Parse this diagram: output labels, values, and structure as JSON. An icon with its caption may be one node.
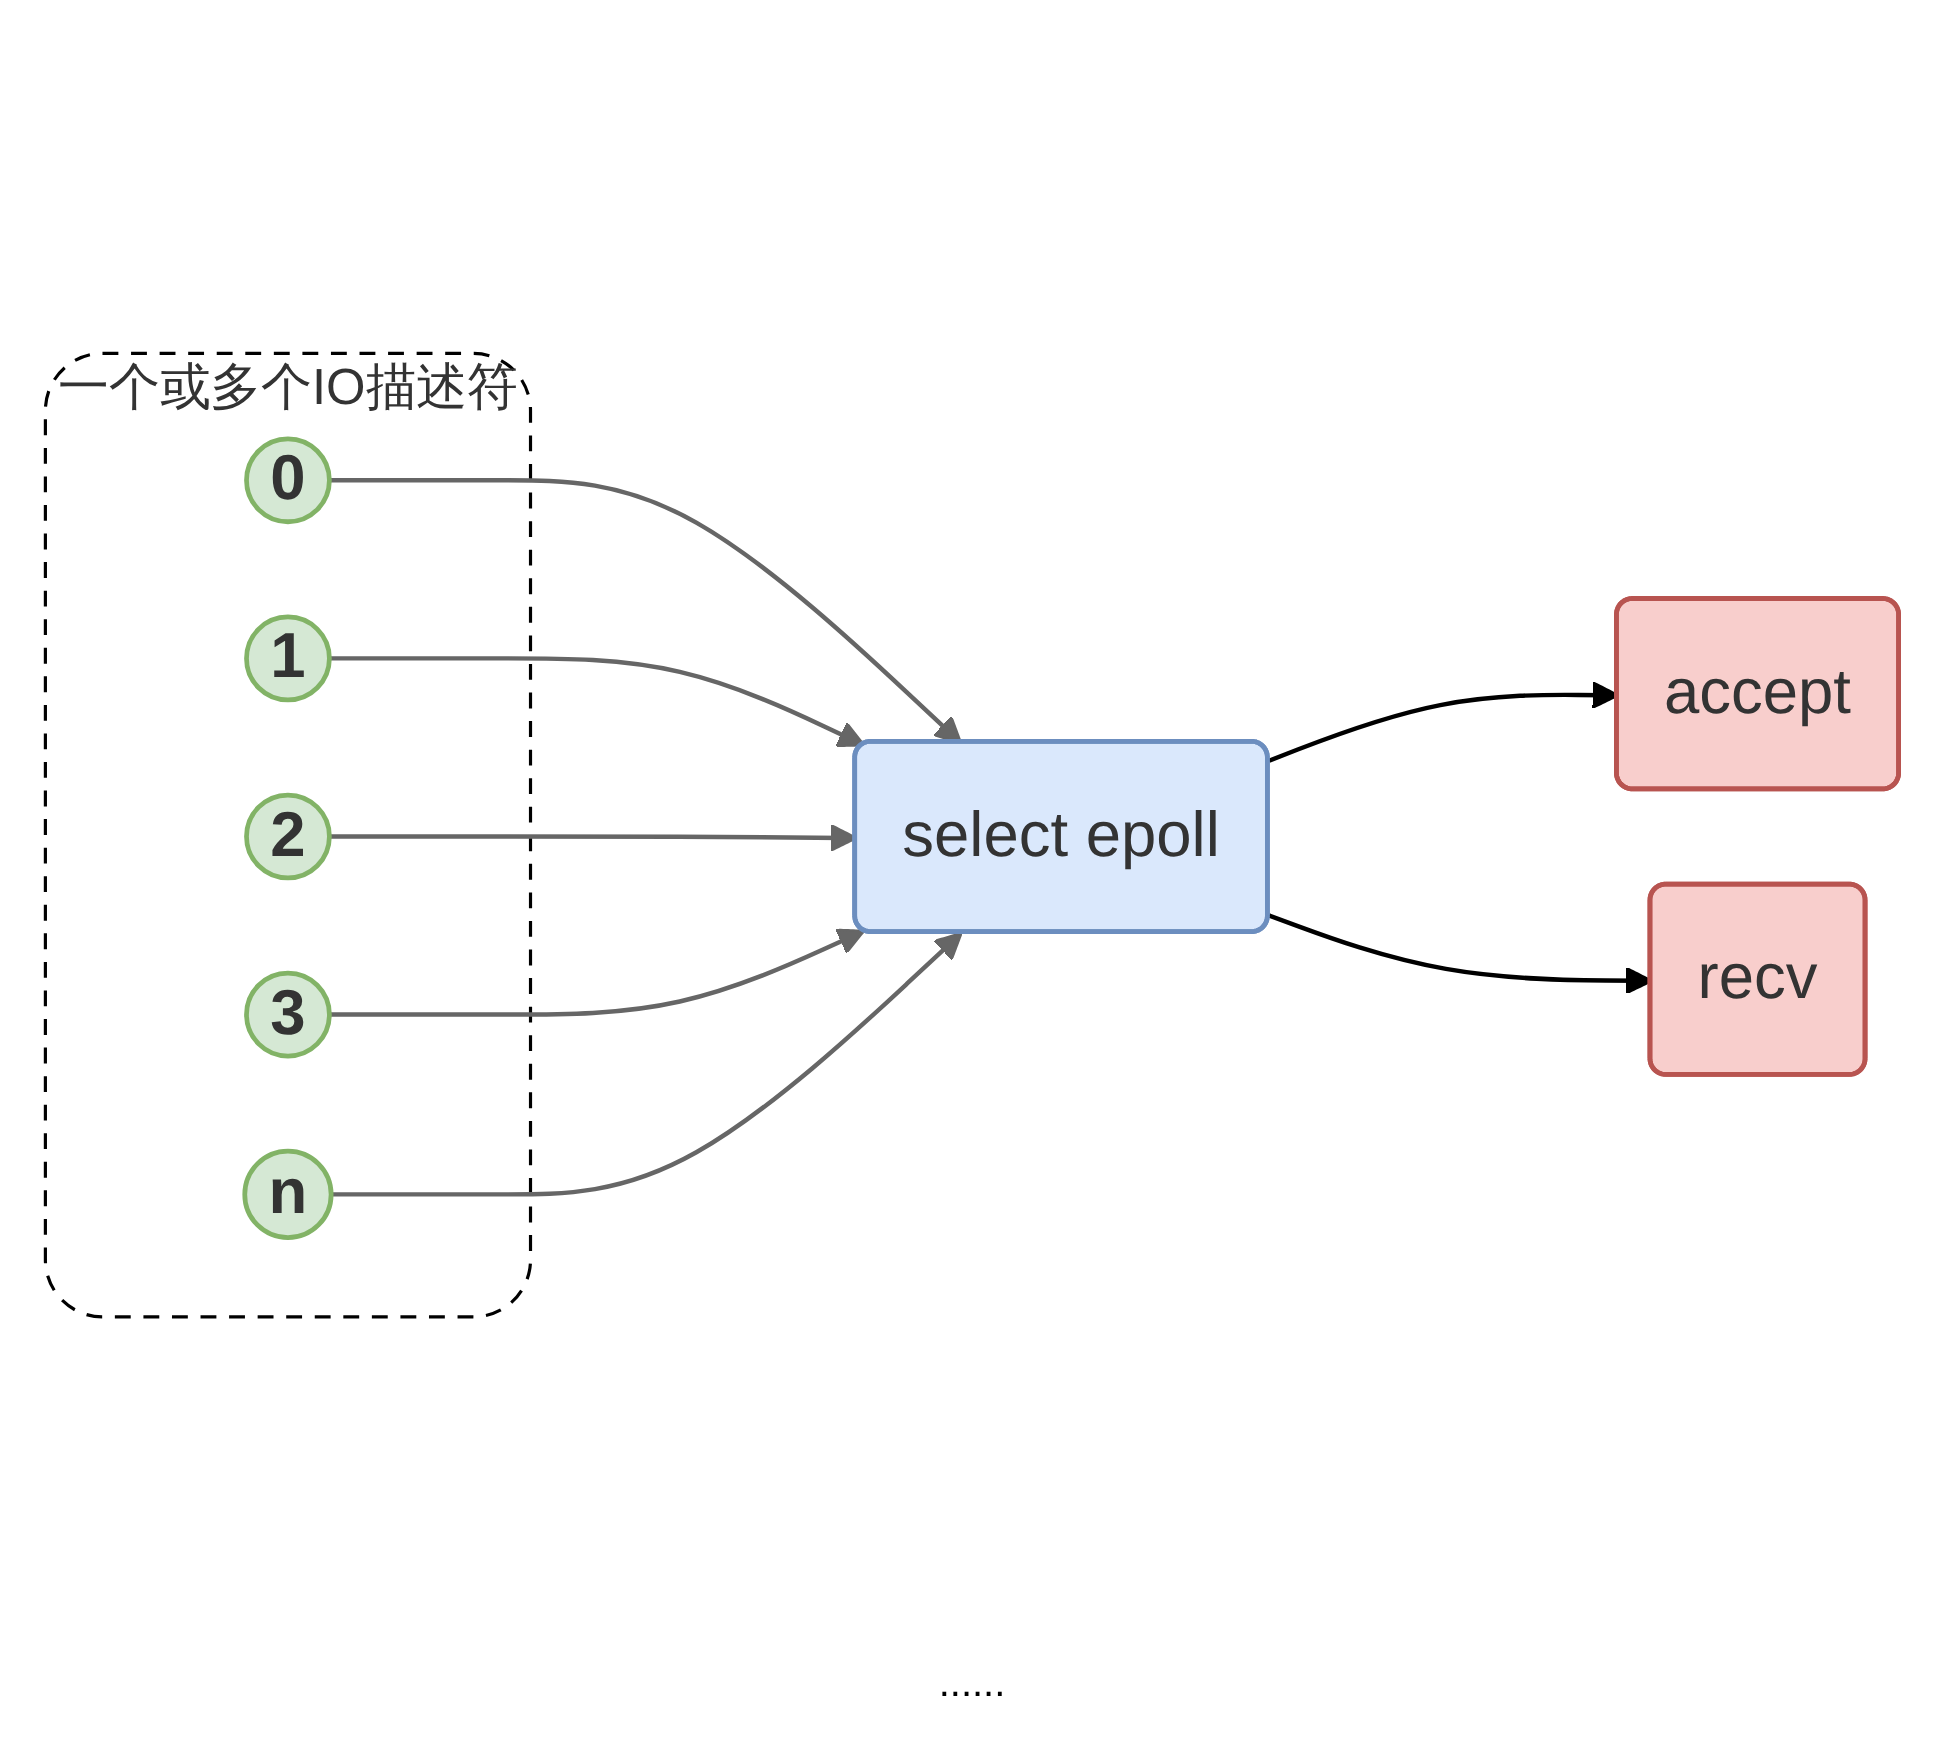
{
  "diagram": {
    "nodes": [
      {
        "text": [
          "一个或多个IO描述符"
        ]
      },
      {
        "text": [
          "0"
        ],
        "in": 0
      },
      {
        "text": [
          "1"
        ],
        "in": 0
      },
      {
        "text": [
          "2"
        ],
        "in": 0
      },
      {
        "text": [
          "3"
        ],
        "in": 0
      },
      {
        "text": [
          "n"
        ],
        "in": 0
      },
      {
        "text": [
          "select epoll"
        ]
      },
      {
        "text": [
          "accept"
        ]
      },
      {
        "text": [
          "recv"
        ]
      }
    ],
    "edges": [
      {
        "from": 1,
        "to": 6,
        "arrow": "to"
      },
      {
        "from": 2,
        "to": 6,
        "arrow": "to"
      },
      {
        "from": 3,
        "to": 6,
        "arrow": "to"
      },
      {
        "from": 4,
        "to": 6,
        "arrow": "to"
      },
      {
        "from": 5,
        "to": 6,
        "arrow": "to"
      },
      {
        "from": 6,
        "to": 7,
        "arrow": "to",
        "color": "#000000"
      },
      {
        "from": 6,
        "to": 8,
        "arrow": "to",
        "color": "#000000"
      }
    ],
    "labels": [
      "......"
    ]
  }
}
